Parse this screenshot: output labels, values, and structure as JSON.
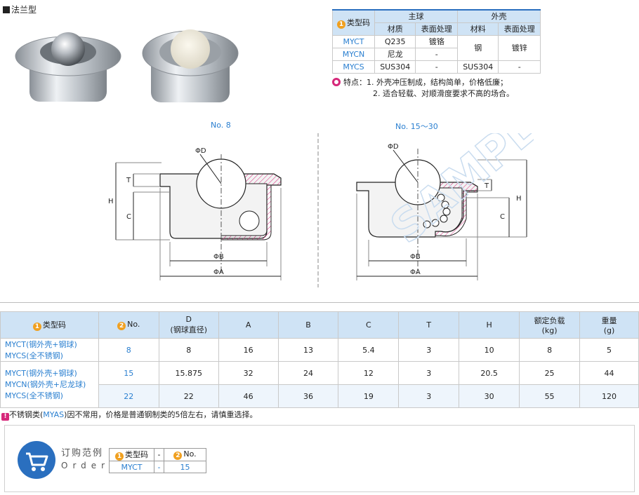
{
  "section_title": "法兰型",
  "spec_table": {
    "type_code_header": "类型码",
    "main_ball_header": "主球",
    "shell_header": "外壳",
    "sub_headers": [
      "材质",
      "表面处理",
      "材料",
      "表面处理"
    ],
    "rows": [
      {
        "code": "MYCT",
        "ball_material": "Q235",
        "ball_surface": "镀铬"
      },
      {
        "code": "MYCN",
        "ball_material": "尼龙",
        "ball_surface": "-"
      },
      {
        "code": "MYCS",
        "ball_material": "SUS304",
        "ball_surface": "-"
      }
    ],
    "shell_steel_material": "钢",
    "shell_steel_surface": "镀锌",
    "shell_sus_material": "SUS304",
    "shell_sus_surface": "-"
  },
  "features": {
    "label": "特点：",
    "line1": "1. 外壳冲压制成，结构简单，价格低廉；",
    "line2": "2. 适合轻载、对顺滑度要求不高的场合。"
  },
  "drawing": {
    "left_title": "No. 8",
    "right_title": "No. 15～30",
    "labels": {
      "D": "ΦD",
      "B": "ΦB",
      "A": "ΦA",
      "H": "H",
      "C": "C",
      "T": "T"
    },
    "watermark": "SAMPLE"
  },
  "data_table": {
    "headers": {
      "type_code": "类型码",
      "no": "No.",
      "d": "D",
      "d_sub": "(钢球直径)",
      "a": "A",
      "b": "B",
      "c": "C",
      "t": "T",
      "h": "H",
      "load": "额定负载",
      "load_unit": "(kg)",
      "weight": "重量",
      "weight_unit": "(g)"
    },
    "group1_codes": [
      "MYCT(钢外壳+钢球)",
      "MYCS(全不锈钢)"
    ],
    "group2_codes": [
      "MYCT(钢外壳+钢球)",
      "MYCN(钢外壳+尼龙球)",
      "MYCS(全不锈钢)"
    ],
    "rows": [
      {
        "no": "8",
        "d": "8",
        "a": "16",
        "b": "13",
        "c": "5.4",
        "t": "3",
        "h": "10",
        "load": "8",
        "weight": "5"
      },
      {
        "no": "15",
        "d": "15.875",
        "a": "32",
        "b": "24",
        "c": "12",
        "t": "3",
        "h": "20.5",
        "load": "25",
        "weight": "44"
      },
      {
        "no": "22",
        "d": "22",
        "a": "46",
        "b": "36",
        "c": "19",
        "t": "3",
        "h": "30",
        "load": "55",
        "weight": "120"
      }
    ]
  },
  "note": {
    "prefix": "不锈钢类(",
    "code": "MYAS",
    "suffix": ")因不常用，价格是普通钢制类的5倍左右，请慎重选择。"
  },
  "order": {
    "title_cn": "订购范例",
    "title_en": "Order",
    "type_code_header": "类型码",
    "dash": "-",
    "no_header": "No.",
    "code_value": "MYCT",
    "no_value": "15"
  },
  "colors": {
    "accent": "#2a7fd0",
    "header_bg": "#cfe3f5",
    "badge": "#f0a020"
  }
}
